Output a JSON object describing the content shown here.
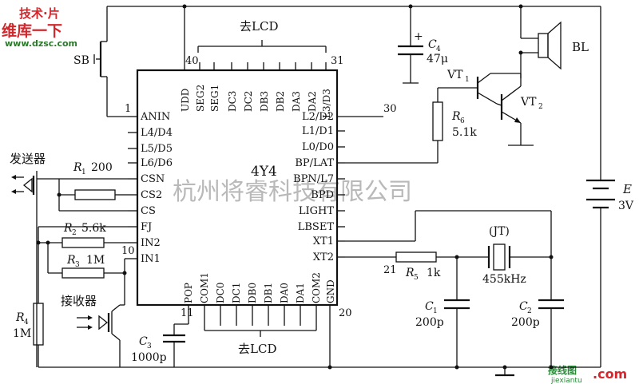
{
  "watermark_tl": {
    "line1": "技术·片",
    "line2": "维库一下",
    "url": "www.dzsc.com"
  },
  "watermark_center": "杭州将睿科技有限公司",
  "watermark_br": {
    "line1": "接线图",
    "line2": "jiexiantu",
    "suffix": ".com"
  },
  "chip": {
    "name": "4Y4",
    "left_pins": [
      "ANIN",
      "L4/D4",
      "L5/D5",
      "L6/D6",
      "CSN",
      "CS2",
      "CS",
      "FJ",
      "IN2",
      "IN1"
    ],
    "right_pins": [
      "L2/D2",
      "L1/D1",
      "L0/D0",
      "BP/LAT",
      "BPN/L7",
      "BPD",
      "LIGHT",
      "LBSET",
      "XT1",
      "XT2"
    ],
    "top_pins": [
      "UDD",
      "SEG2",
      "SEG1",
      "DC3",
      "DC2",
      "DB3",
      "DB2",
      "DA3",
      "DA2",
      "L3/D3"
    ],
    "bottom_pins": [
      "POP",
      "COM1",
      "DC0",
      "DC1",
      "DB0",
      "DB1",
      "DA0",
      "DA1",
      "COM2",
      "GND"
    ],
    "pin_numbers": {
      "p1": "1",
      "p10": "10",
      "p11": "11",
      "p20": "20",
      "p21": "21",
      "p30": "30",
      "p31": "31",
      "p40": "40"
    }
  },
  "labels": {
    "lcd_top": "去LCD",
    "lcd_bottom": "去LCD",
    "sb": "SB",
    "sender": "发送器",
    "receiver": "接收器",
    "r1": "R",
    "r1_sub": "1",
    "r1_val": "200",
    "r2": "R",
    "r2_sub": "2",
    "r2_val": "5.6k",
    "r3": "R",
    "r3_sub": "3",
    "r3_val": "1M",
    "r4": "R",
    "r4_sub": "4",
    "r4_val": "1M",
    "r5": "R",
    "r5_sub": "5",
    "r5_val": "1k",
    "r6": "R",
    "r6_sub": "6",
    "r6_val": "5.1k",
    "c1": "C",
    "c1_sub": "1",
    "c1_val": "200p",
    "c2": "C",
    "c2_sub": "2",
    "c2_val": "200p",
    "c3": "C",
    "c3_sub": "3",
    "c3_val": "1000p",
    "c4": "C",
    "c4_sub": "4",
    "c4_val": "47μ",
    "vt1": "VT",
    "vt1_sub": "1",
    "vt2": "VT",
    "vt2_sub": "2",
    "bl": "BL",
    "e": "E",
    "e_val": "3V",
    "jt": "(JT)",
    "jt_val": "455kHz",
    "plus": "+"
  }
}
